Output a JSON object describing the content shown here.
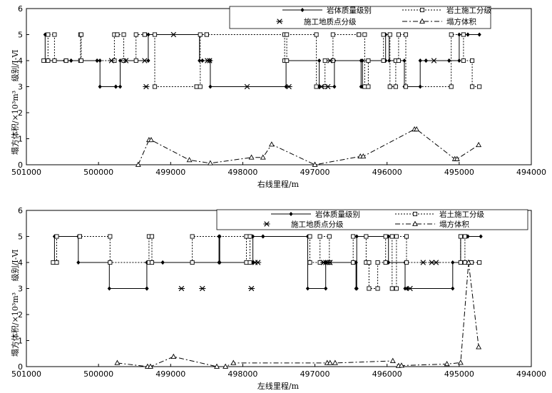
{
  "chart_data": [
    {
      "type": "line",
      "xlabel": "右线里程/m",
      "ylabel_left_top": "级别/Ⅰ-Ⅵ",
      "ylabel_left_bottom": "塌方体积/×10³m³",
      "xlim": [
        501000,
        494000
      ],
      "ylim": [
        0,
        6
      ],
      "x_ticks": [
        501000,
        500000,
        499000,
        498000,
        497000,
        496000,
        495000,
        494000
      ],
      "y_ticks": [
        0,
        1,
        2,
        3,
        4,
        5,
        6
      ],
      "legend": [
        "岩体质量级别",
        "岩土施工分级",
        "施工地质点分级",
        "塌方体积"
      ],
      "series": [
        {
          "name": "岩体质量级别",
          "style": "solid-diamond",
          "x": [
            500740,
            500740,
            500470,
            500470,
            500380,
            500380,
            500020,
            500020,
            499980,
            499980,
            499760,
            499760,
            499700,
            499700,
            499310,
            499310,
            498600,
            498600,
            498560,
            498560,
            498450,
            498450,
            497400,
            497400,
            496940,
            496940,
            496850,
            496850,
            496730,
            496730,
            496360,
            496360,
            496340,
            496340,
            496020,
            496020,
            495970,
            495970,
            495850,
            495850,
            495760,
            495760,
            495540,
            495540,
            495460,
            495460,
            495140,
            495140,
            495000,
            495000,
            494880,
            494880,
            494720
          ],
          "y": [
            5,
            4,
            4,
            4,
            4,
            4,
            4,
            4,
            4,
            3,
            3,
            3,
            3,
            4,
            4,
            5,
            5,
            4,
            4,
            4,
            4,
            3,
            3,
            4,
            4,
            3,
            3,
            3,
            3,
            4,
            4,
            3,
            3,
            4,
            4,
            5,
            5,
            4,
            4,
            4,
            4,
            3,
            3,
            4,
            4,
            4,
            4,
            4,
            4,
            5,
            5,
            5,
            5
          ]
        },
        {
          "name": "岩土施工分级",
          "style": "dotted-square",
          "x": [
            500760,
            500700,
            500700,
            500610,
            500610,
            500450,
            500450,
            500250,
            500250,
            500240,
            500240,
            499780,
            499780,
            499740,
            499740,
            499650,
            499650,
            499480,
            499480,
            499360,
            499360,
            499220,
            499220,
            498640,
            498640,
            498590,
            498590,
            498500,
            498500,
            497420,
            497420,
            497390,
            497390,
            496980,
            496980,
            496860,
            496860,
            496750,
            496750,
            496390,
            496390,
            496310,
            496310,
            496260,
            496260,
            496050,
            496050,
            495960,
            495960,
            495880,
            495880,
            495840,
            495840,
            495740,
            495740,
            495110,
            495110,
            494940,
            494940,
            494820,
            494820,
            494720
          ],
          "y": [
            4,
            4,
            5,
            5,
            4,
            4,
            4,
            4,
            5,
            5,
            4,
            4,
            5,
            5,
            5,
            5,
            4,
            4,
            5,
            5,
            5,
            5,
            3,
            3,
            3,
            3,
            5,
            5,
            5,
            5,
            4,
            4,
            5,
            5,
            3,
            3,
            4,
            4,
            5,
            5,
            5,
            5,
            3,
            3,
            4,
            4,
            5,
            5,
            3,
            3,
            4,
            4,
            5,
            5,
            3,
            3,
            5,
            5,
            4,
            4,
            3,
            3
          ]
        },
        {
          "name": "施工地质点分级",
          "style": "asterisk",
          "x": [
            499820,
            499620,
            499360,
            499340,
            498960,
            498490,
            498460,
            497940,
            497360,
            496910,
            496820,
            496790,
            495350
          ],
          "y": [
            4,
            4,
            4,
            3,
            5,
            4,
            4,
            3,
            3,
            3,
            3,
            4,
            4
          ]
        },
        {
          "name": "塌方体积",
          "style": "dashdot-triangle",
          "x": [
            499450,
            499300,
            499270,
            498740,
            498450,
            497880,
            497720,
            497600,
            497000,
            496370,
            496330,
            495620,
            495590,
            495060,
            495030,
            494730
          ],
          "y": [
            0.0,
            0.95,
            0.95,
            0.18,
            0.06,
            0.28,
            0.28,
            0.78,
            0.0,
            0.32,
            0.32,
            1.36,
            1.36,
            0.22,
            0.22,
            0.76
          ]
        }
      ]
    },
    {
      "type": "line",
      "xlabel": "左线里程/m",
      "ylabel_left_top": "级别/Ⅰ-Ⅵ",
      "ylabel_left_bottom": "塌方体积/×10³m³",
      "xlim": [
        501000,
        494000
      ],
      "ylim": [
        0,
        6
      ],
      "x_ticks": [
        501000,
        500000,
        499000,
        498000,
        497000,
        496000,
        495000,
        494000
      ],
      "y_ticks": [
        0,
        1,
        2,
        3,
        4,
        5,
        6
      ],
      "legend": [
        "岩体质量级别",
        "岩土施工分级",
        "施工地质点分级",
        "塌方体积"
      ],
      "series": [
        {
          "name": "岩体质量级别",
          "style": "solid-diamond",
          "x": [
            500610,
            500610,
            500590,
            500590,
            500280,
            500280,
            499850,
            499850,
            499330,
            499330,
            499330,
            499330,
            499110,
            499110,
            498330,
            498330,
            498320,
            498320,
            497860,
            497860,
            497720,
            497720,
            497100,
            497100,
            496850,
            496850,
            496850,
            496850,
            496820,
            496820,
            496430,
            496430,
            496420,
            496420,
            495980,
            495980,
            495750,
            495750,
            495720,
            495720,
            495090,
            495090,
            494980,
            494980,
            494880,
            494880,
            494700
          ],
          "y": [
            4,
            5,
            5,
            5,
            5,
            4,
            4,
            3,
            3,
            3,
            3,
            4,
            4,
            4,
            4,
            5,
            5,
            4,
            4,
            5,
            5,
            5,
            5,
            3,
            3,
            4,
            4,
            4,
            4,
            4,
            4,
            3,
            3,
            5,
            5,
            4,
            4,
            3,
            3,
            3,
            3,
            4,
            4,
            5,
            5,
            5,
            5
          ]
        },
        {
          "name": "岩土施工分级",
          "style": "dotted-square",
          "x": [
            500630,
            500580,
            500580,
            500260,
            500260,
            499840,
            499840,
            499300,
            499300,
            499260,
            499260,
            498700,
            498700,
            497950,
            497950,
            497900,
            497900,
            497070,
            497070,
            496930,
            496930,
            496800,
            496800,
            496470,
            496470,
            496290,
            496290,
            496250,
            496250,
            496130,
            496130,
            496020,
            496020,
            495930,
            495930,
            495870,
            495870,
            495730,
            495730,
            494980,
            494980,
            494920,
            494920,
            494830,
            494830,
            494720
          ],
          "y": [
            4,
            4,
            5,
            5,
            5,
            5,
            4,
            4,
            5,
            5,
            4,
            4,
            5,
            5,
            4,
            4,
            5,
            5,
            4,
            4,
            5,
            5,
            4,
            4,
            5,
            5,
            4,
            4,
            3,
            3,
            4,
            4,
            5,
            5,
            3,
            3,
            5,
            5,
            4,
            4,
            5,
            5,
            4,
            4,
            4,
            4
          ]
        },
        {
          "name": "施工地质点分级",
          "style": "asterisk",
          "x": [
            498850,
            498560,
            497880,
            497830,
            497790,
            496880,
            496850,
            496820,
            496790,
            495680,
            495500,
            495380,
            495320
          ],
          "y": [
            3,
            3,
            3,
            4,
            4,
            4,
            4,
            4,
            4,
            3,
            4,
            4,
            4
          ]
        },
        {
          "name": "塌方体积",
          "style": "dashdot-triangle",
          "x": [
            499740,
            499320,
            499280,
            498960,
            498360,
            498240,
            498130,
            496830,
            496790,
            496720,
            495920,
            495840,
            495800,
            495170,
            494980,
            494870,
            494730
          ],
          "y": [
            0.14,
            0.0,
            0.0,
            0.38,
            0.0,
            0.0,
            0.14,
            0.14,
            0.14,
            0.14,
            0.22,
            0.03,
            0.04,
            0.1,
            0.15,
            4.0,
            0.75
          ]
        }
      ]
    }
  ]
}
